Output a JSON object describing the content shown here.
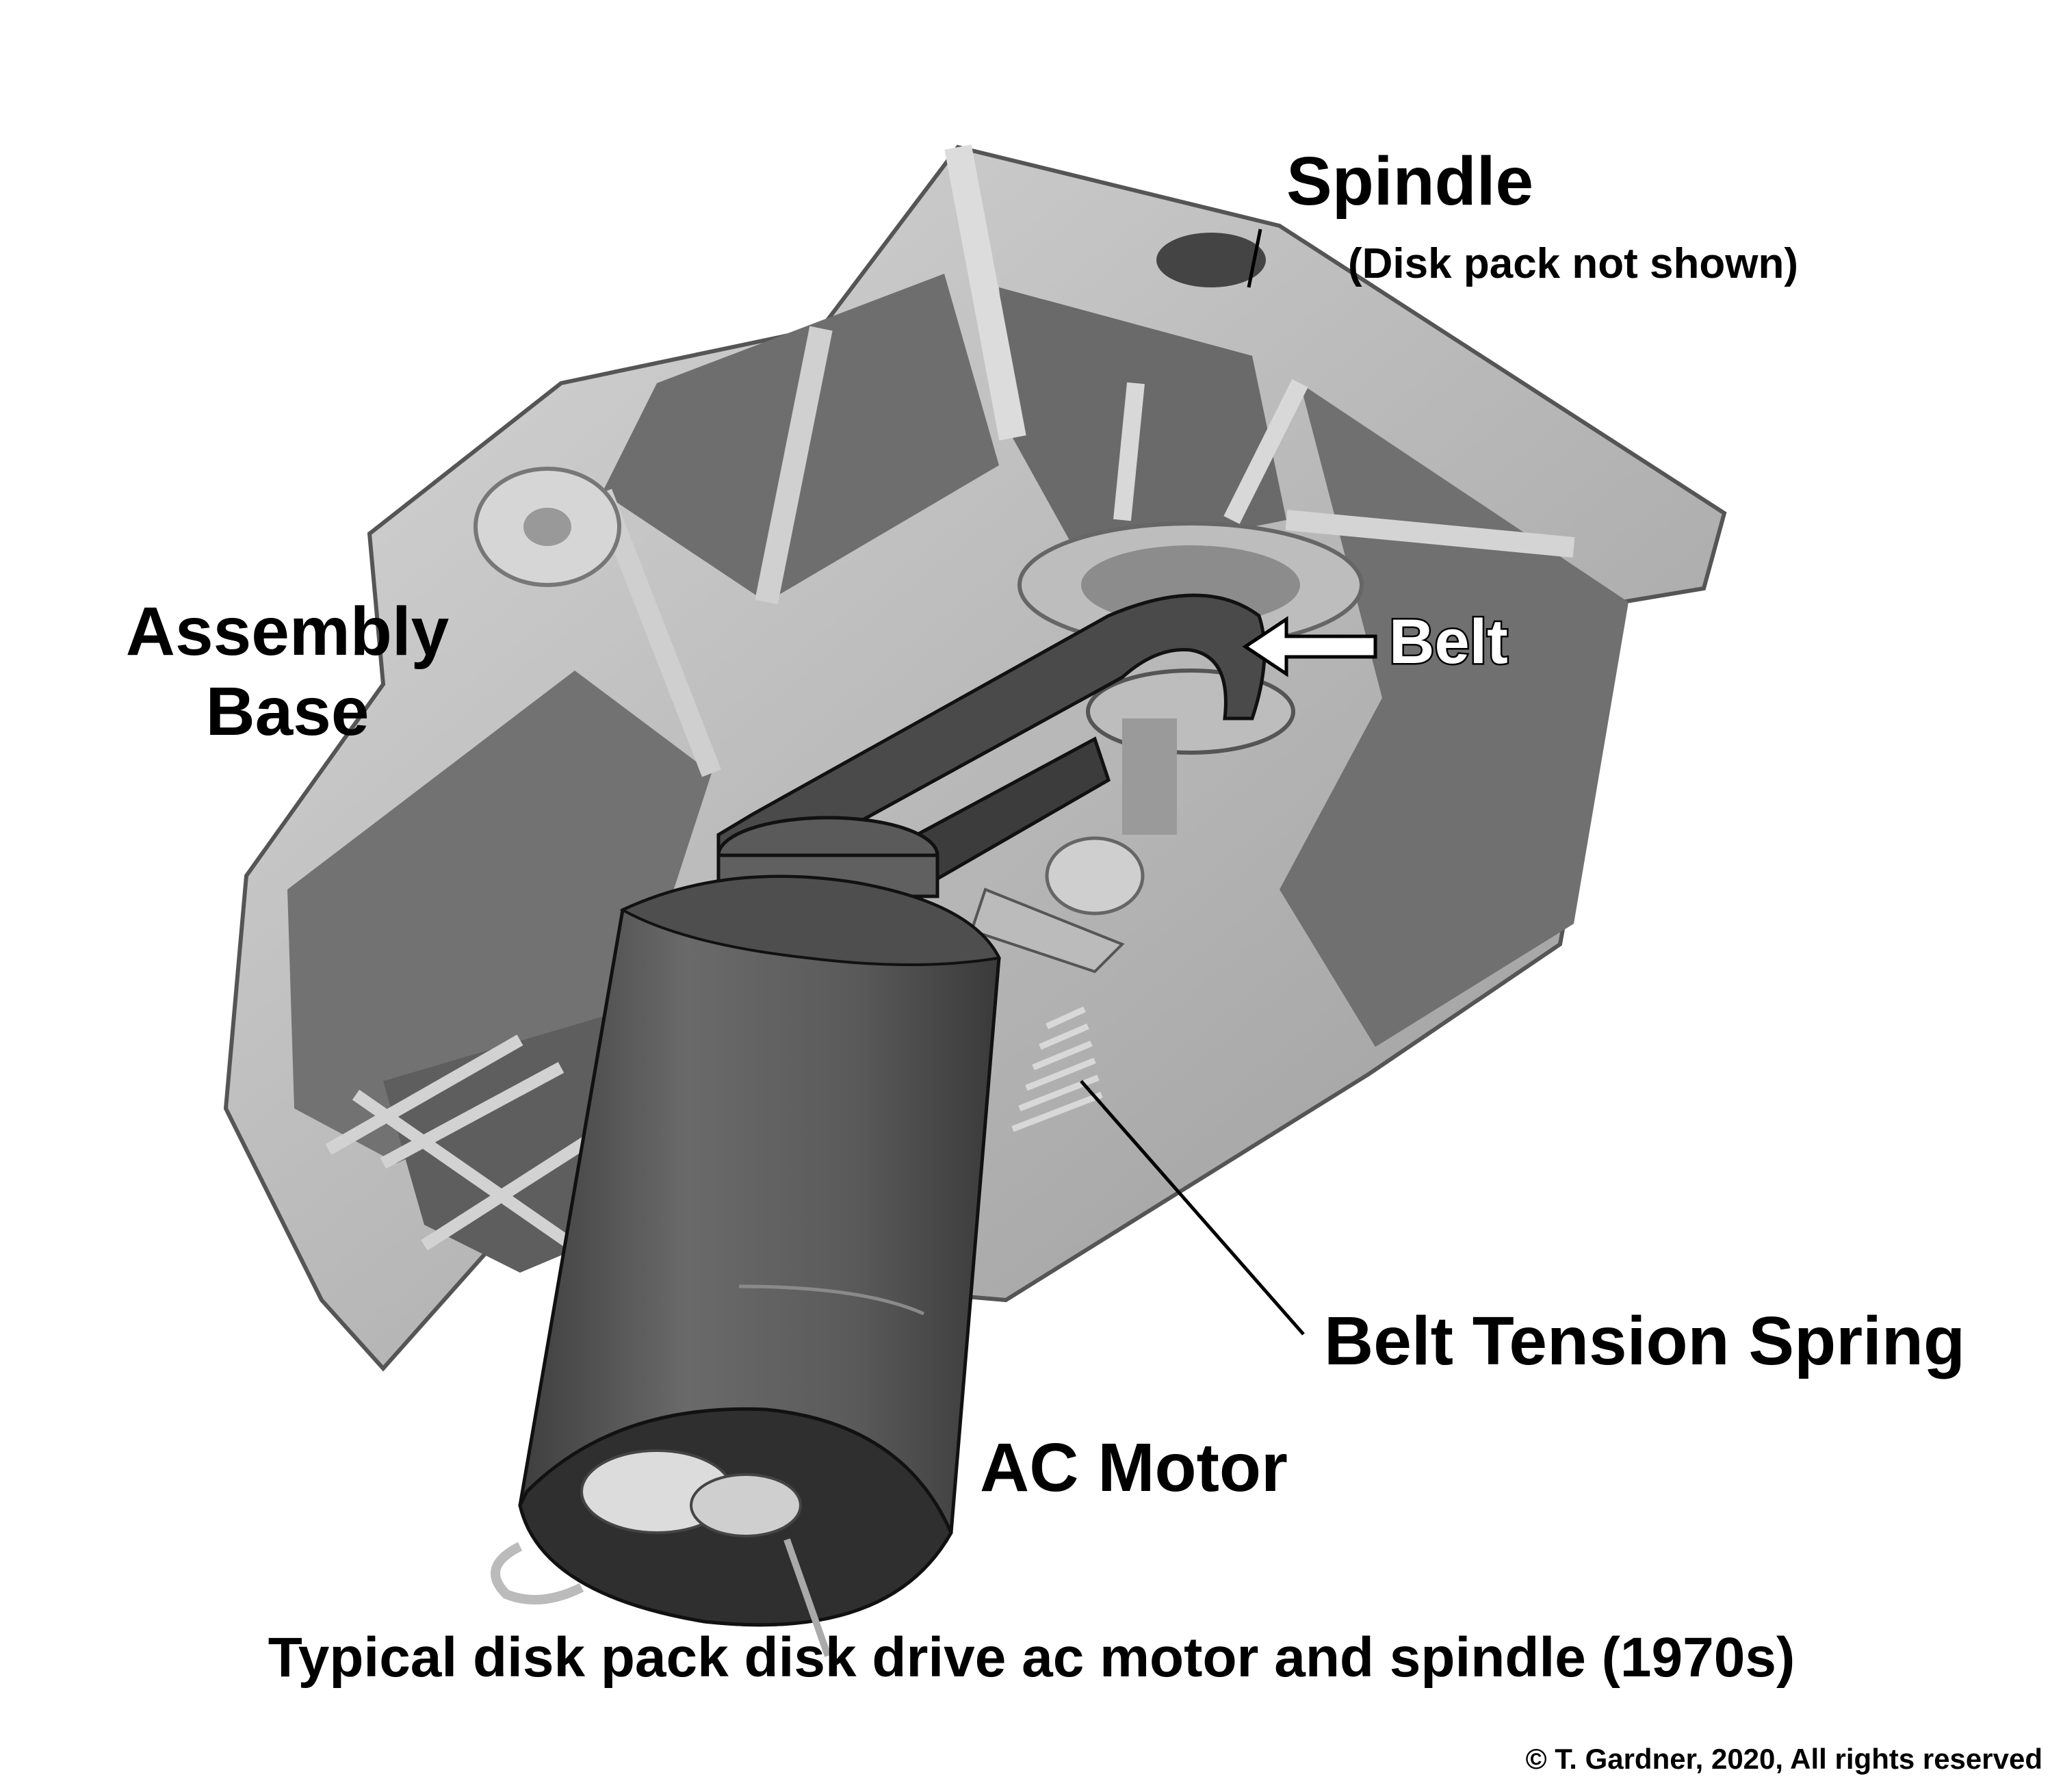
{
  "image": {
    "description_colors": {
      "background": "#ffffff",
      "casting": "#c8c8c8",
      "casting_shadow": "#6e6e6e",
      "motor": "#5a5a5a",
      "belt": "#4a4a4a",
      "label_text": "#000000"
    }
  },
  "labels": {
    "spindle": "Spindle",
    "disk_pack_note": "(Disk pack not shown)",
    "assembly_line1": "Assembly",
    "assembly_line2": "Base",
    "belt": "Belt",
    "belt_tension_spring": "Belt Tension Spring",
    "ac_motor": "AC Motor"
  },
  "caption": "Typical disk pack disk drive ac motor and spindle (1970s)",
  "copyright": "© T. Gardner, 2020, All rights reserved"
}
